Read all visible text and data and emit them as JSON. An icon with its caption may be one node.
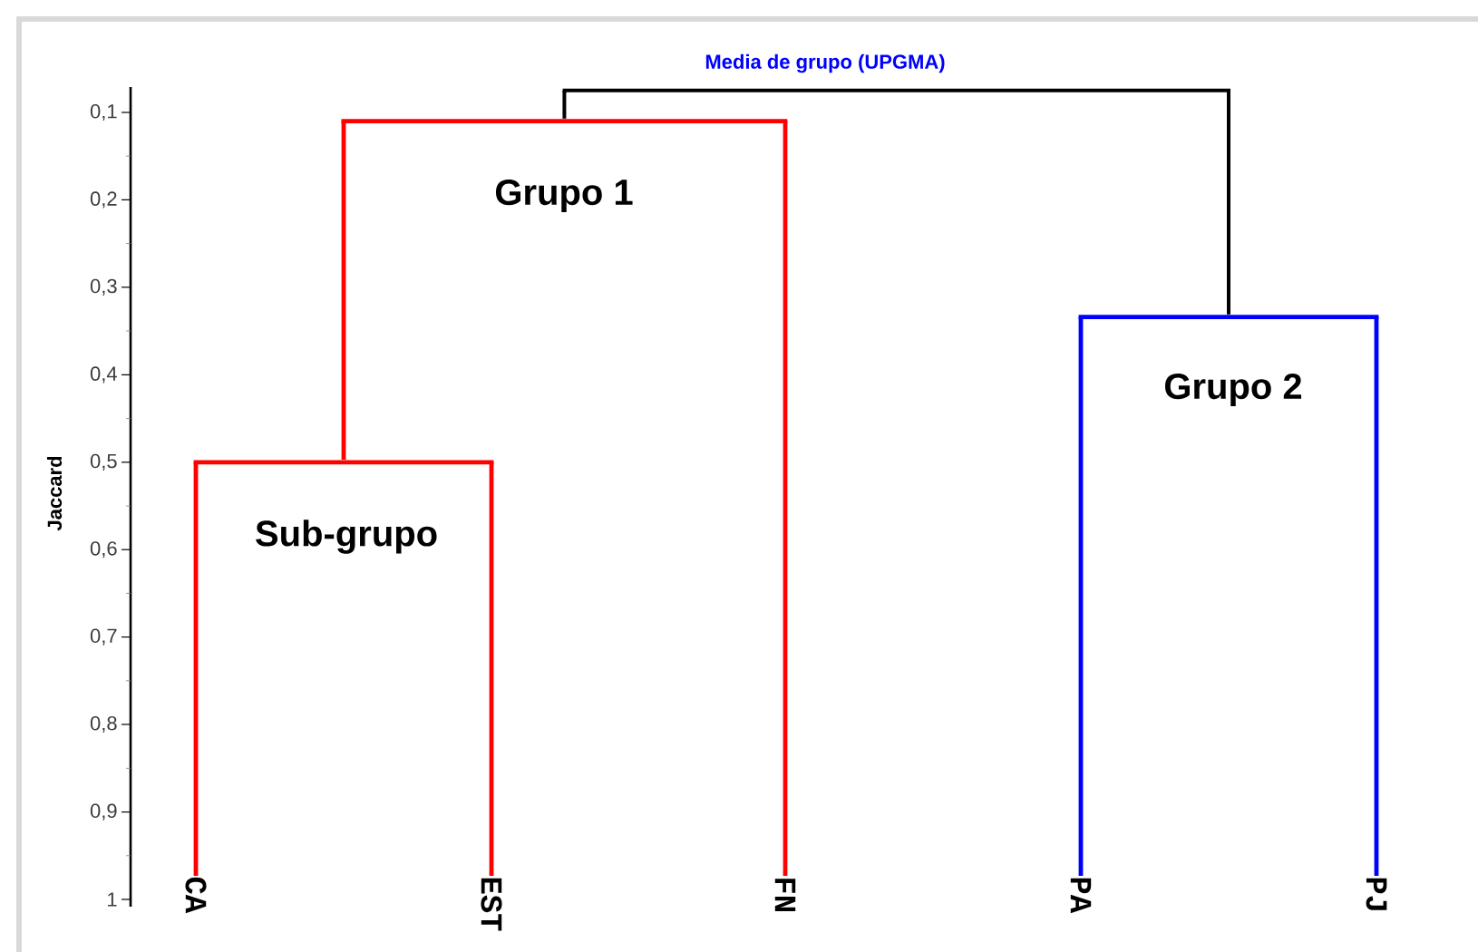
{
  "diagram": {
    "title": "Media de grupo (UPGMA)",
    "nodes": [
      {
        "text": [
          "CA"
        ]
      },
      {
        "text": [
          "EST"
        ]
      },
      {
        "text": [
          "FN"
        ]
      },
      {
        "text": [
          "PA"
        ]
      },
      {
        "text": [
          "PJ"
        ]
      },
      {
        "text": [],
        "shape": "bar"
      },
      {
        "text": [],
        "shape": "bar"
      },
      {
        "text": [],
        "shape": "bar"
      },
      {
        "text": [],
        "shape": "bar"
      }
    ],
    "edges": [
      {
        "from": 5,
        "to": 6,
        "arrow": "none",
        "color": "#000000"
      },
      {
        "from": 5,
        "to": 7,
        "arrow": "none",
        "color": "#000000"
      },
      {
        "from": 6,
        "to": 8,
        "arrow": "none",
        "color": "#ff0000"
      },
      {
        "from": 6,
        "to": 2,
        "arrow": "none",
        "color": "#ff0000"
      },
      {
        "from": 8,
        "to": 0,
        "arrow": "none",
        "color": "#ff0000"
      },
      {
        "from": 8,
        "to": 1,
        "arrow": "none",
        "color": "#ff0000"
      },
      {
        "from": 7,
        "to": 3,
        "arrow": "none",
        "color": "#0000ff"
      },
      {
        "from": 7,
        "to": 4,
        "arrow": "none",
        "color": "#0000ff"
      }
    ],
    "labels": [
      "Grupo 1",
      "Grupo 2",
      "Sub-grupo",
      "Jaccard",
      "0,1",
      "0,2",
      "0,3",
      "0,4",
      "0,5",
      "0,6",
      "0,7",
      "0,8",
      "0,9",
      "1"
    ]
  }
}
